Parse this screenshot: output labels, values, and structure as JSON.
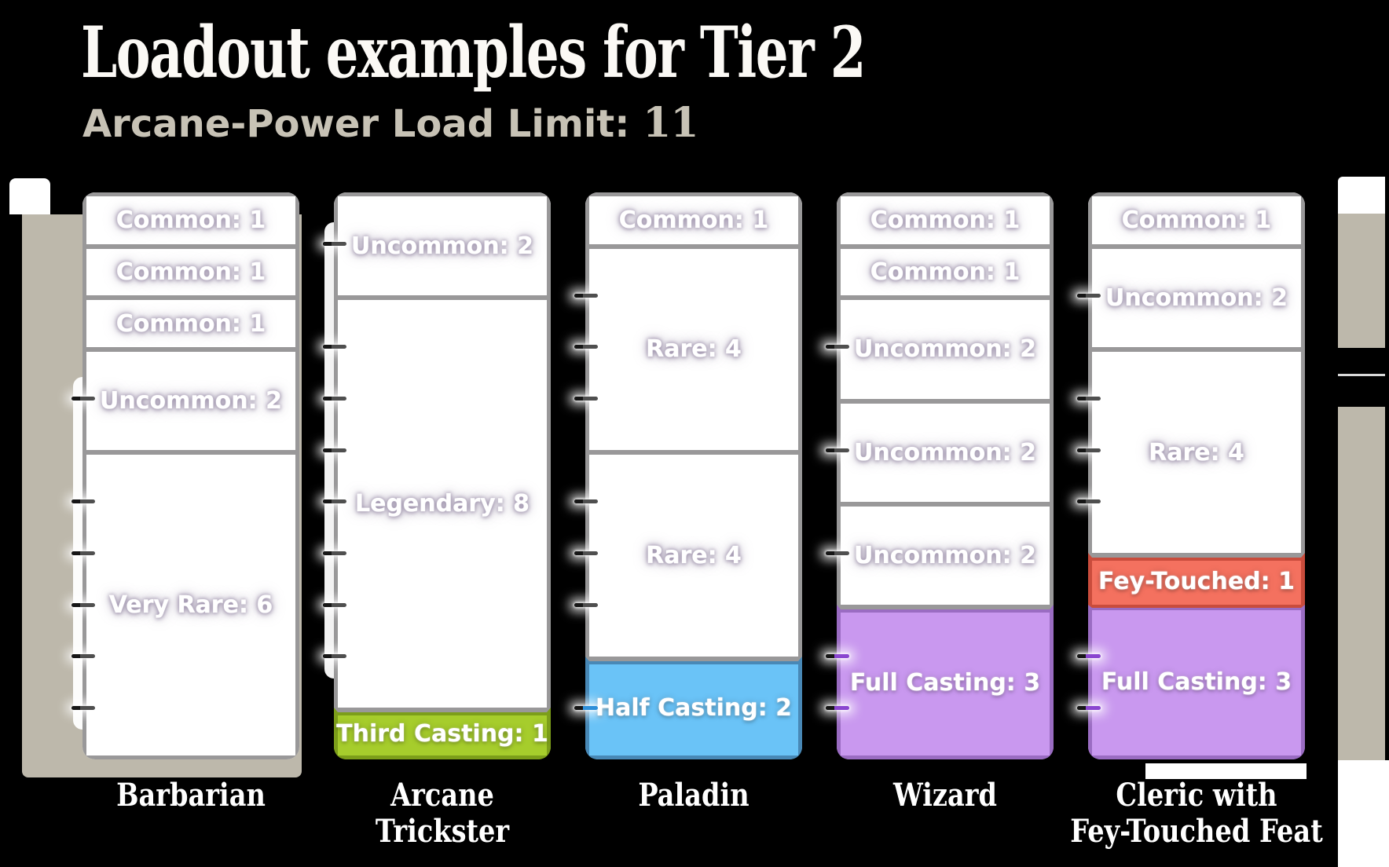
{
  "header": {
    "title": "Loadout examples for Tier 2",
    "load_limit_label": "Arcane-Power Load Limit: ",
    "load_limit_value": "11"
  },
  "chart_data": {
    "type": "bar",
    "subtype": "stacked-unit-columns",
    "unit_total": 11,
    "ylim": [
      0,
      11
    ],
    "legend_position": "none",
    "grid": "unit ticks on left edge of each column",
    "title": "Loadout examples for Tier 2",
    "xlabel": "",
    "ylabel": "Arcane-Power Load (limit 11)",
    "columns": [
      {
        "label": "Barbarian",
        "segments": [
          {
            "name": "Common",
            "value": 1,
            "color": "white"
          },
          {
            "name": "Common",
            "value": 1,
            "color": "white"
          },
          {
            "name": "Common",
            "value": 1,
            "color": "white"
          },
          {
            "name": "Uncommon",
            "value": 2,
            "color": "white"
          },
          {
            "name": "Very Rare",
            "value": 6,
            "color": "white"
          }
        ]
      },
      {
        "label": "Arcane\nTrickster",
        "segments": [
          {
            "name": "Uncommon",
            "value": 2,
            "color": "white"
          },
          {
            "name": "Legendary",
            "value": 8,
            "color": "white"
          },
          {
            "name": "Third Casting",
            "value": 1,
            "color": "green"
          }
        ]
      },
      {
        "label": "Paladin",
        "segments": [
          {
            "name": "Common",
            "value": 1,
            "color": "white"
          },
          {
            "name": "Rare",
            "value": 4,
            "color": "white"
          },
          {
            "name": "Rare",
            "value": 4,
            "color": "white"
          },
          {
            "name": "Half Casting",
            "value": 2,
            "color": "blue"
          }
        ]
      },
      {
        "label": "Wizard",
        "segments": [
          {
            "name": "Common",
            "value": 1,
            "color": "white"
          },
          {
            "name": "Common",
            "value": 1,
            "color": "white"
          },
          {
            "name": "Uncommon",
            "value": 2,
            "color": "white"
          },
          {
            "name": "Uncommon",
            "value": 2,
            "color": "white"
          },
          {
            "name": "Uncommon",
            "value": 2,
            "color": "white"
          },
          {
            "name": "Full Casting",
            "value": 3,
            "color": "purple"
          }
        ]
      },
      {
        "label": "Cleric with\nFey-Touched Feat",
        "segments": [
          {
            "name": "Common",
            "value": 1,
            "color": "white"
          },
          {
            "name": "Uncommon",
            "value": 2,
            "color": "white"
          },
          {
            "name": "Rare",
            "value": 4,
            "color": "white"
          },
          {
            "name": "Fey-Touched",
            "value": 1,
            "color": "red"
          },
          {
            "name": "Full Casting",
            "value": 3,
            "color": "purple"
          }
        ]
      }
    ]
  },
  "colors": {
    "background": "#000000",
    "title_text": "#fbf9f5",
    "subtitle_text": "#c7c2b5",
    "column_label_text": "#ffffff",
    "segment_label_text": "#ffffff",
    "segment_label_glow": "#978aa6",
    "beige_fragment": "#bdb8ab",
    "white": {
      "fill": "#ffffff",
      "border": "#999899",
      "tick": "#4f4f4f"
    },
    "green": {
      "fill": "#a6cd2c",
      "border": "#7c9e1a",
      "tick": "#5e7a10"
    },
    "blue": {
      "fill": "#6ac3f7",
      "border": "#4888b6",
      "tick": "#2e8fd9"
    },
    "purple": {
      "fill": "#c998ef",
      "border": "#9a6cc2",
      "tick": "#8a45d0"
    },
    "red": {
      "fill": "#f4715f",
      "border": "#c94c3c",
      "tick": "#a33426"
    }
  }
}
